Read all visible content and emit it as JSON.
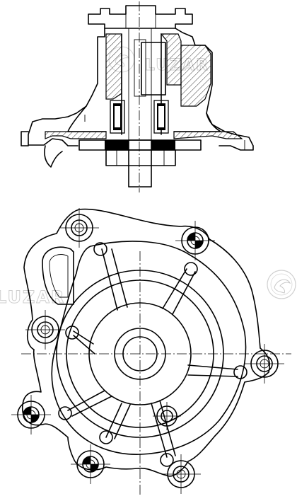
{
  "watermarks": {
    "top": "LUZAR",
    "left": "LUZAR",
    "brand_top_sub": "",
    "brand_right_logo": "luzar-logo"
  },
  "views": [
    {
      "id": "section-view"
    },
    {
      "id": "plan-view"
    }
  ],
  "bolt_holes": [
    {
      "id": "hole-top-left"
    },
    {
      "id": "hole-top-right",
      "marker": "quadrant"
    },
    {
      "id": "hole-left"
    },
    {
      "id": "hole-right"
    },
    {
      "id": "hole-bottom-left",
      "marker": "quadrant"
    },
    {
      "id": "hole-bottom-mid",
      "marker": "quadrant"
    },
    {
      "id": "hole-bottom-right"
    }
  ]
}
